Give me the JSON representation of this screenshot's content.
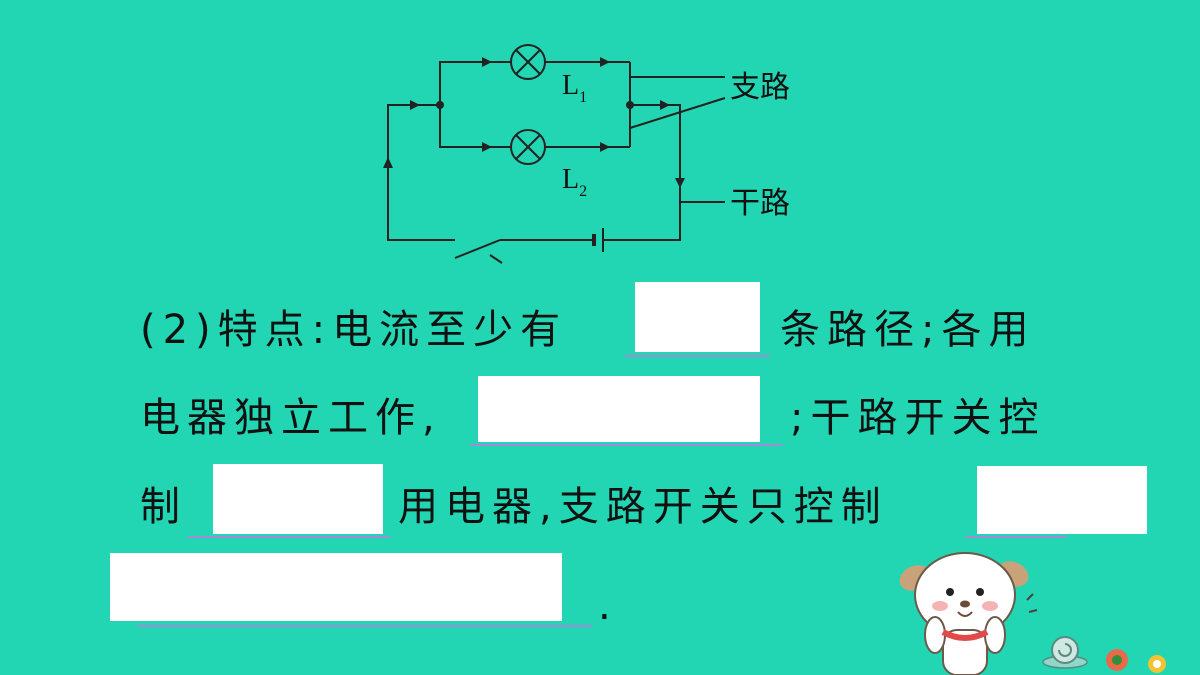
{
  "circuit": {
    "lamp1_letter": "L",
    "lamp1_sub": "1",
    "lamp2_letter": "L",
    "lamp2_sub": "2",
    "branch_label": "支路",
    "trunk_label": "干路"
  },
  "text": {
    "line1_a": "(2)特点:电流至少有",
    "line1_b": "条路径;各用",
    "line2_a": "电器独立工作,",
    "line2_b": ";干路开关控",
    "line3_a": "制",
    "line3_b": "用电器,支路开关只控制",
    "line4_end": "."
  }
}
